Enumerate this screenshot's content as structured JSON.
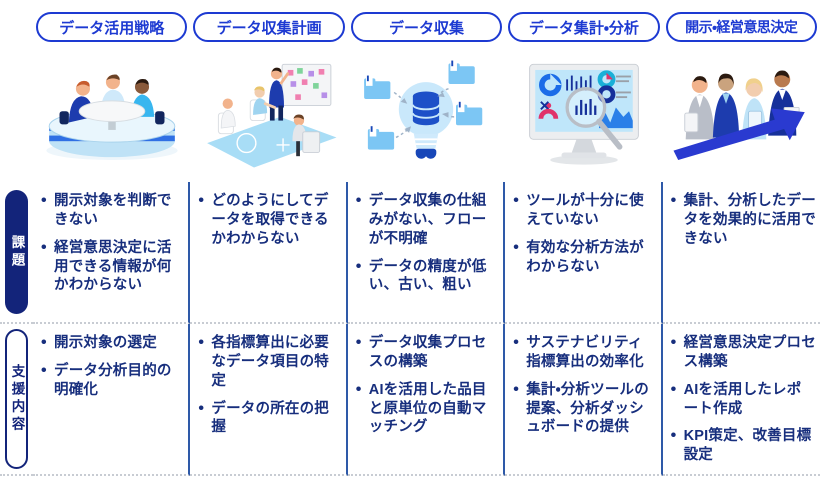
{
  "colors": {
    "header_blue": "#1d3ad2",
    "text_navy": "#172e7d",
    "label_fill_navy": "#13247a",
    "column_separator": "#2e59a8",
    "dotted_divider": "#c8ccd3",
    "illustration_light_blue": "#bfe3f7",
    "illustration_navy": "#1d3cae"
  },
  "phases": [
    {
      "label": "データ活用戦略",
      "illustration": "meeting-table-illustration"
    },
    {
      "label": "データ収集計画",
      "illustration": "planning-board-illustration"
    },
    {
      "label": "データ収集",
      "illustration": "data-collection-bulb-illustration"
    },
    {
      "label": "データ集計・分析",
      "illustration": "dashboard-magnifier-illustration"
    },
    {
      "label": "開示・経営意思決定",
      "illustration": "team-growth-arrow-illustration"
    }
  ],
  "rows": [
    {
      "label": "課題",
      "cells": [
        [
          "開示対象を判断できない",
          "経営意思決定に活用できる情報が何かわからない"
        ],
        [
          "どのようにしてデータを取得できるかわからない"
        ],
        [
          "データ収集の仕組みがない、フローが不明確",
          "データの精度が低い、古い、粗い"
        ],
        [
          "ツールが十分に使えていない",
          "有効な分析方法がわからない"
        ],
        [
          "集計、分析したデータを効果的に活用できない"
        ]
      ]
    },
    {
      "label": "支援内容",
      "cells": [
        [
          "開示対象の選定",
          "データ分析目的の明確化"
        ],
        [
          "各指標算出に必要なデータ項目の特定",
          "データの所在の把握"
        ],
        [
          "データ収集プロセスの構築",
          "AIを活用した品目と原単位の自動マッチング"
        ],
        [
          "サステナビリティ指標算出の効率化",
          "集計・分析ツールの提案、分析ダッシュボードの提供"
        ],
        [
          "経営意思決定プロセス構築",
          "AIを活用したレポート作成",
          "KPI策定、改善目標設定"
        ]
      ]
    }
  ]
}
